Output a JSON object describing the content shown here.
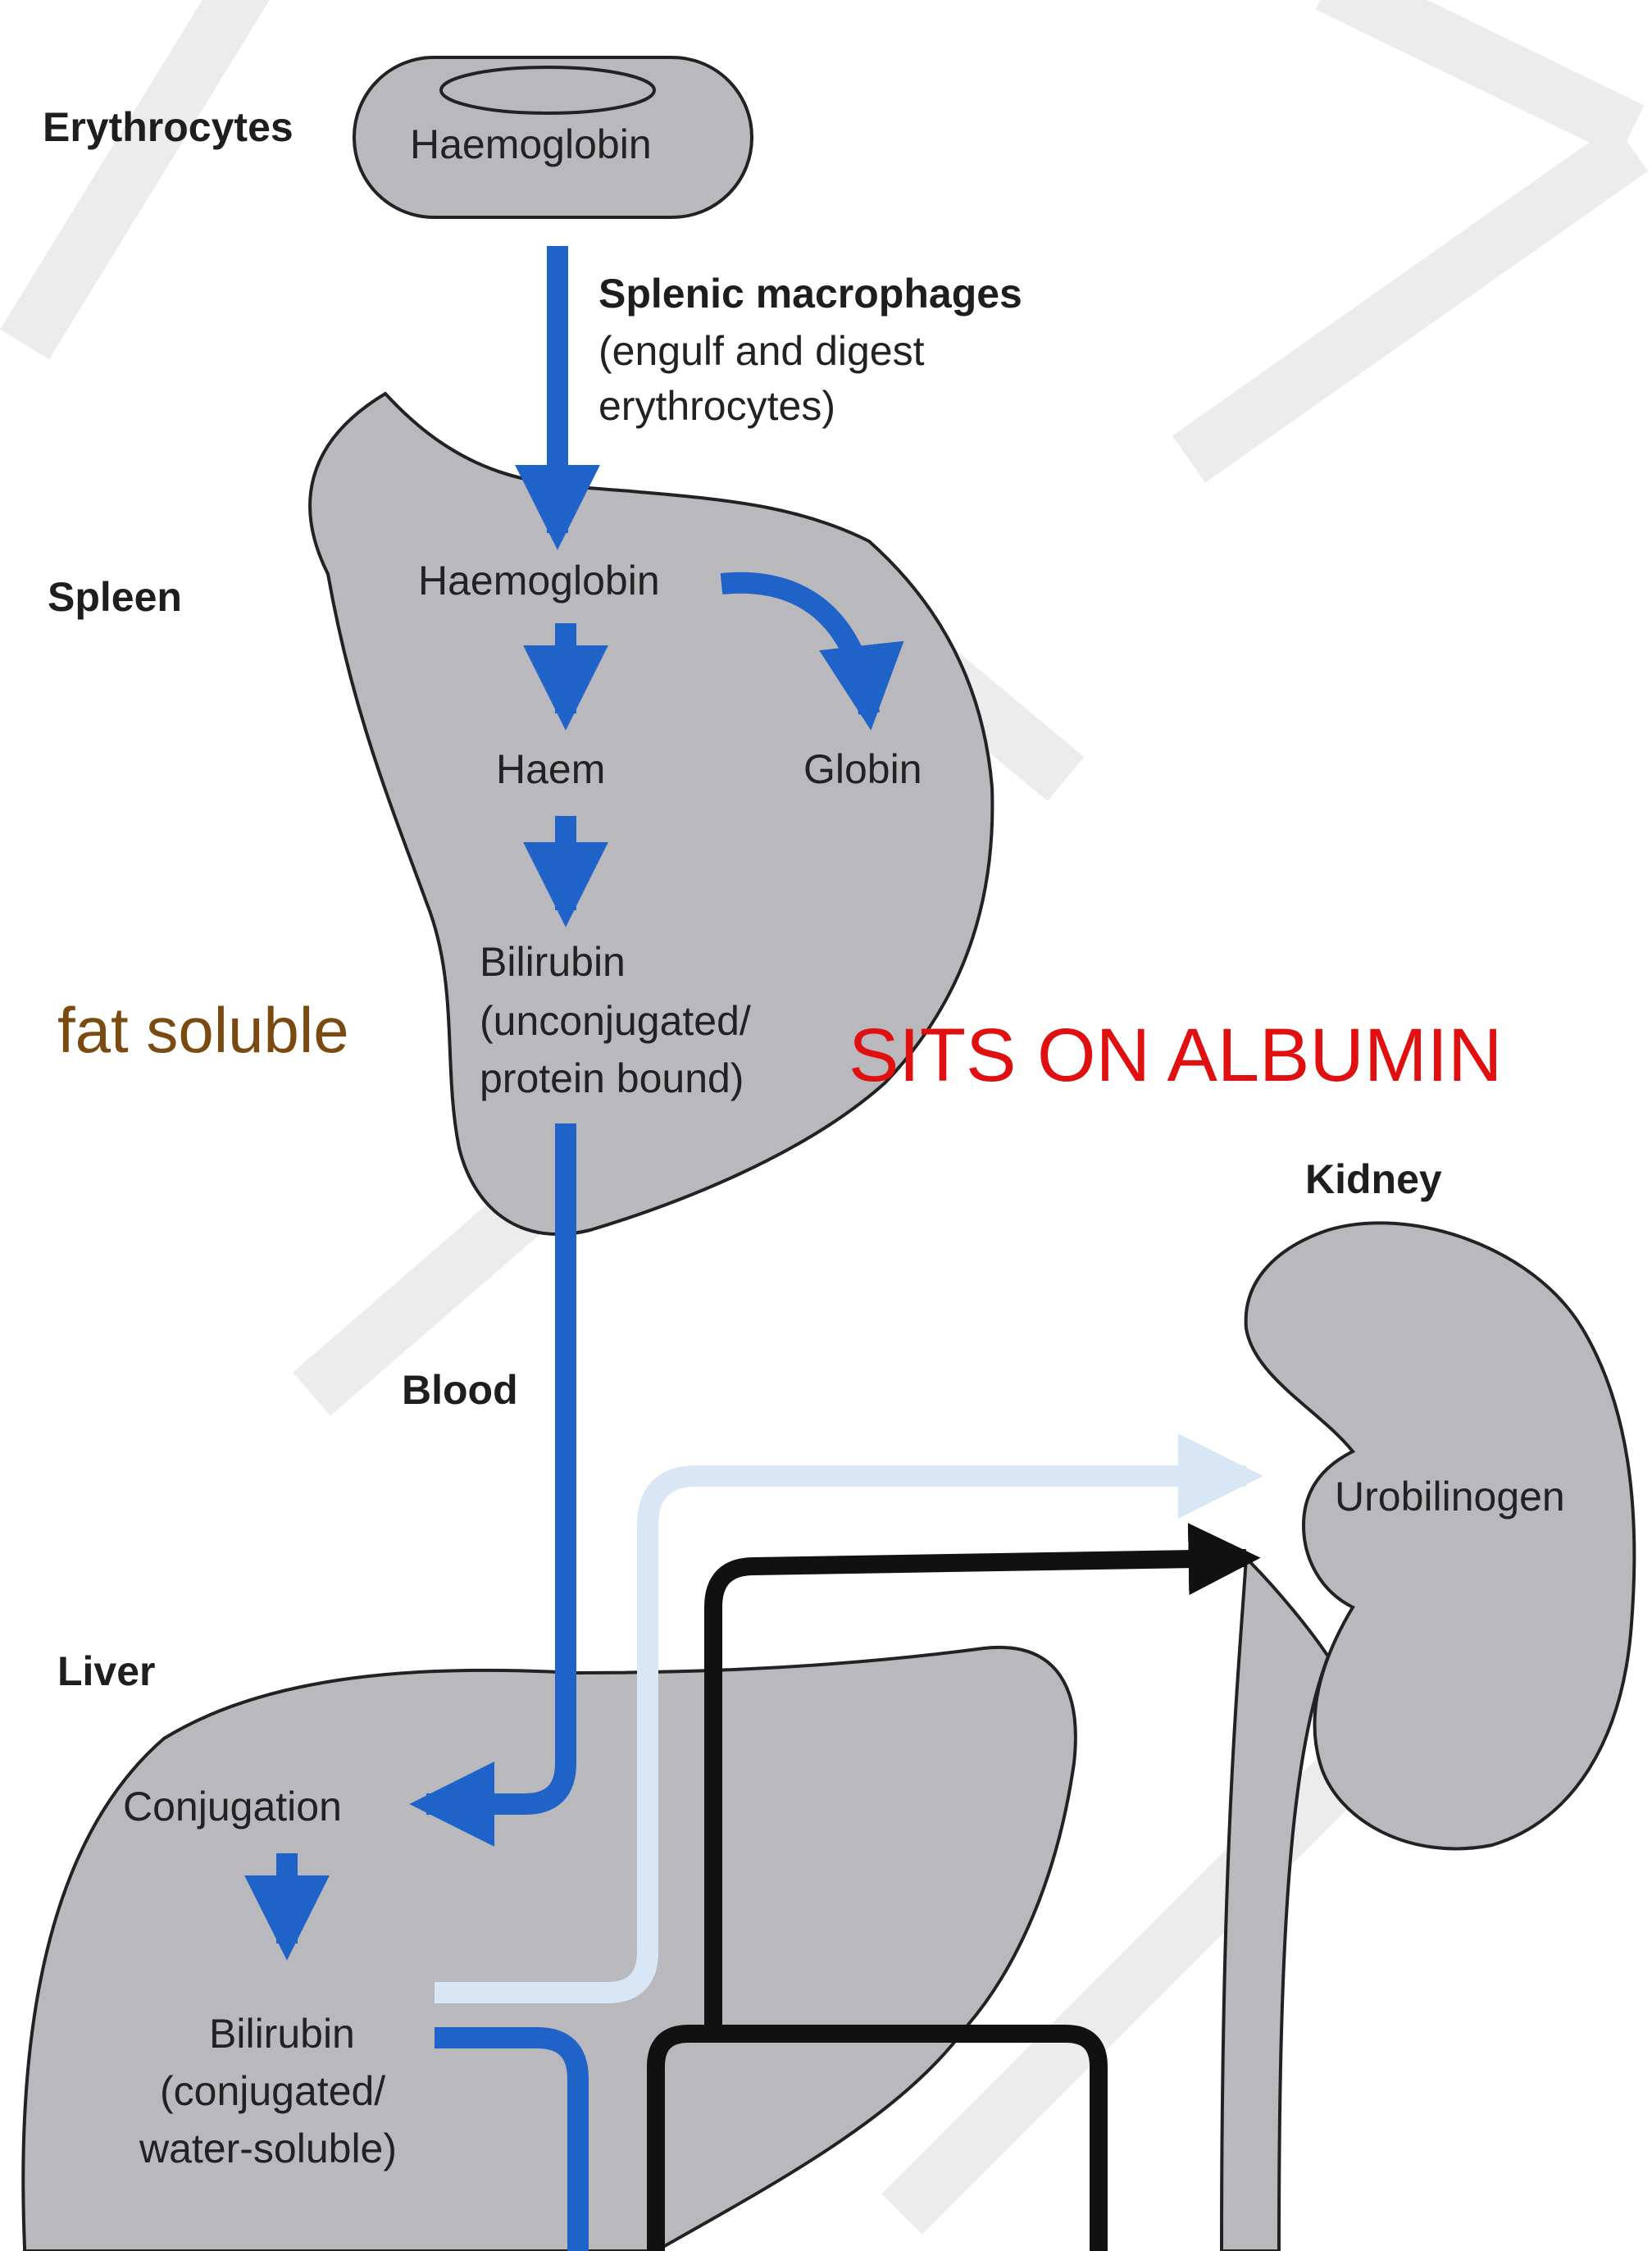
{
  "labels": {
    "erythrocytes": "Erythrocytes",
    "haemoglobin_cell": "Haemoglobin",
    "splenic_title": "Splenic macrophages",
    "splenic_line1": "(engulf and digest",
    "splenic_line2": "erythrocytes)",
    "spleen": "Spleen",
    "haemoglobin_spleen": "Haemoglobin",
    "haem": "Haem",
    "globin": "Globin",
    "bilirubin_unconj_1": "Bilirubin",
    "bilirubin_unconj_2": "(unconjugated/",
    "bilirubin_unconj_3": "protein bound)",
    "blood": "Blood",
    "kidney": "Kidney",
    "urobilinogen": "Urobilinogen",
    "liver": "Liver",
    "conjugation": "Conjugation",
    "bilirubin_conj_1": "Bilirubin",
    "bilirubin_conj_2": "(conjugated/",
    "bilirubin_conj_3": "water-soluble)"
  },
  "annotations": {
    "fat_soluble": "fat soluble",
    "sits_on_albumin": "SITS ON ALBUMIN"
  },
  "colors": {
    "arrow_blue": "#1f63c9",
    "arrow_light_blue": "#d8e6f5",
    "arrow_black": "#111111",
    "organ_fill": "#b9b9bd",
    "annotation_brown": "#7a4a10",
    "annotation_red": "#e01010"
  }
}
